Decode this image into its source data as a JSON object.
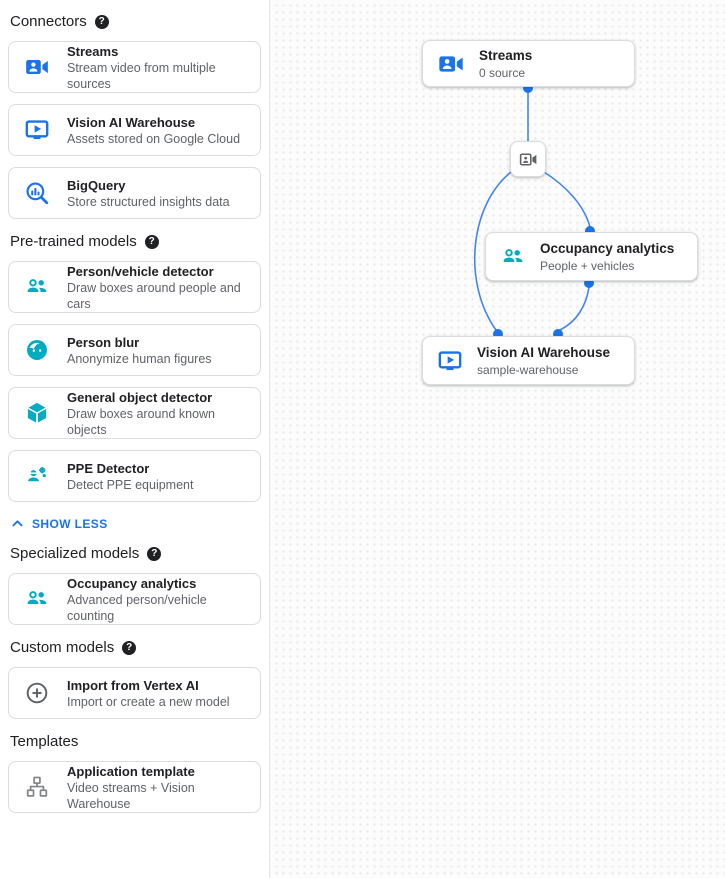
{
  "colors": {
    "blue": "#1a73e8",
    "teal": "#00acc1",
    "icon_gray": "#5f6368",
    "edge": "#4285f4"
  },
  "sidebar": {
    "show_less_label": "SHOW LESS",
    "sections": [
      {
        "heading": "Connectors",
        "items": [
          {
            "title": "Streams",
            "desc": "Stream video from multiple sources"
          },
          {
            "title": "Vision AI Warehouse",
            "desc": "Assets stored on Google Cloud"
          },
          {
            "title": "BigQuery",
            "desc": "Store structured insights data"
          }
        ]
      },
      {
        "heading": "Pre-trained models",
        "items": [
          {
            "title": "Person/vehicle detector",
            "desc": "Draw boxes around people and cars"
          },
          {
            "title": "Person blur",
            "desc": "Anonymize human figures"
          },
          {
            "title": "General object detector",
            "desc": "Draw boxes around known objects"
          },
          {
            "title": "PPE Detector",
            "desc": "Detect PPE equipment"
          }
        ]
      },
      {
        "heading": "Specialized models",
        "items": [
          {
            "title": "Occupancy analytics",
            "desc": "Advanced person/vehicle counting"
          }
        ]
      },
      {
        "heading": "Custom models",
        "items": [
          {
            "title": "Import from Vertex AI",
            "desc": "Import or create a new model"
          }
        ]
      },
      {
        "heading": "Templates",
        "items": [
          {
            "title": "Application template",
            "desc": "Video streams + Vision Warehouse"
          }
        ]
      }
    ]
  },
  "canvas": {
    "nodes": {
      "streams": {
        "title": "Streams",
        "subtitle": "0 source"
      },
      "occupancy": {
        "title": "Occupancy analytics",
        "subtitle": "People + vehicles"
      },
      "warehouse": {
        "title": "Vision AI Warehouse",
        "subtitle": "sample-warehouse"
      }
    }
  },
  "help_glyph": "?"
}
